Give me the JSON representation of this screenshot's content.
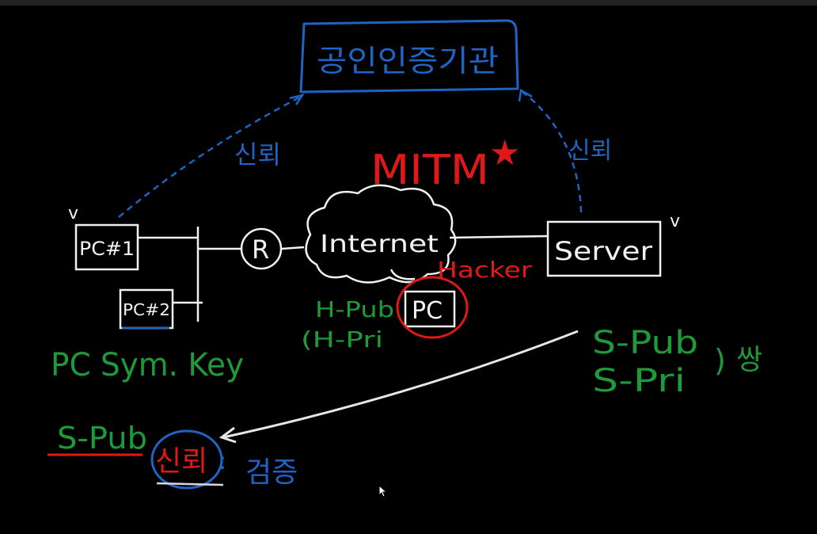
{
  "colors": {
    "background": "#000000",
    "white": "#f2f2f2",
    "blue": "#1f64c4",
    "red": "#e01818",
    "green": "#1f9a3a"
  },
  "cert_authority": {
    "label": "공인인증기관"
  },
  "trust": {
    "left_label": "신뢰",
    "right_label": "신뢰",
    "bottom_label": "신뢰"
  },
  "attack": {
    "label": "MITM",
    "star": "★",
    "hacker_label": "Hacker",
    "hacker_pc_label": "PC"
  },
  "network": {
    "pc1_label": "PC#1",
    "pc2_label": "PC#2",
    "router_label": "R",
    "internet_label": "Internet",
    "server_label": "Server",
    "check_left": "v",
    "check_right": "v"
  },
  "keys": {
    "pc_sym_key": "PC Sym. Key",
    "hacker_pub": "H-Pub",
    "hacker_pri": "(H-Pri",
    "server_pub": "S-Pub",
    "server_pri": "S-Pri",
    "server_pair_brace": ")",
    "server_pair_label": "쌍",
    "client_spub": "S-Pub",
    "verify_label": "검증",
    "verify_sep": ":"
  }
}
